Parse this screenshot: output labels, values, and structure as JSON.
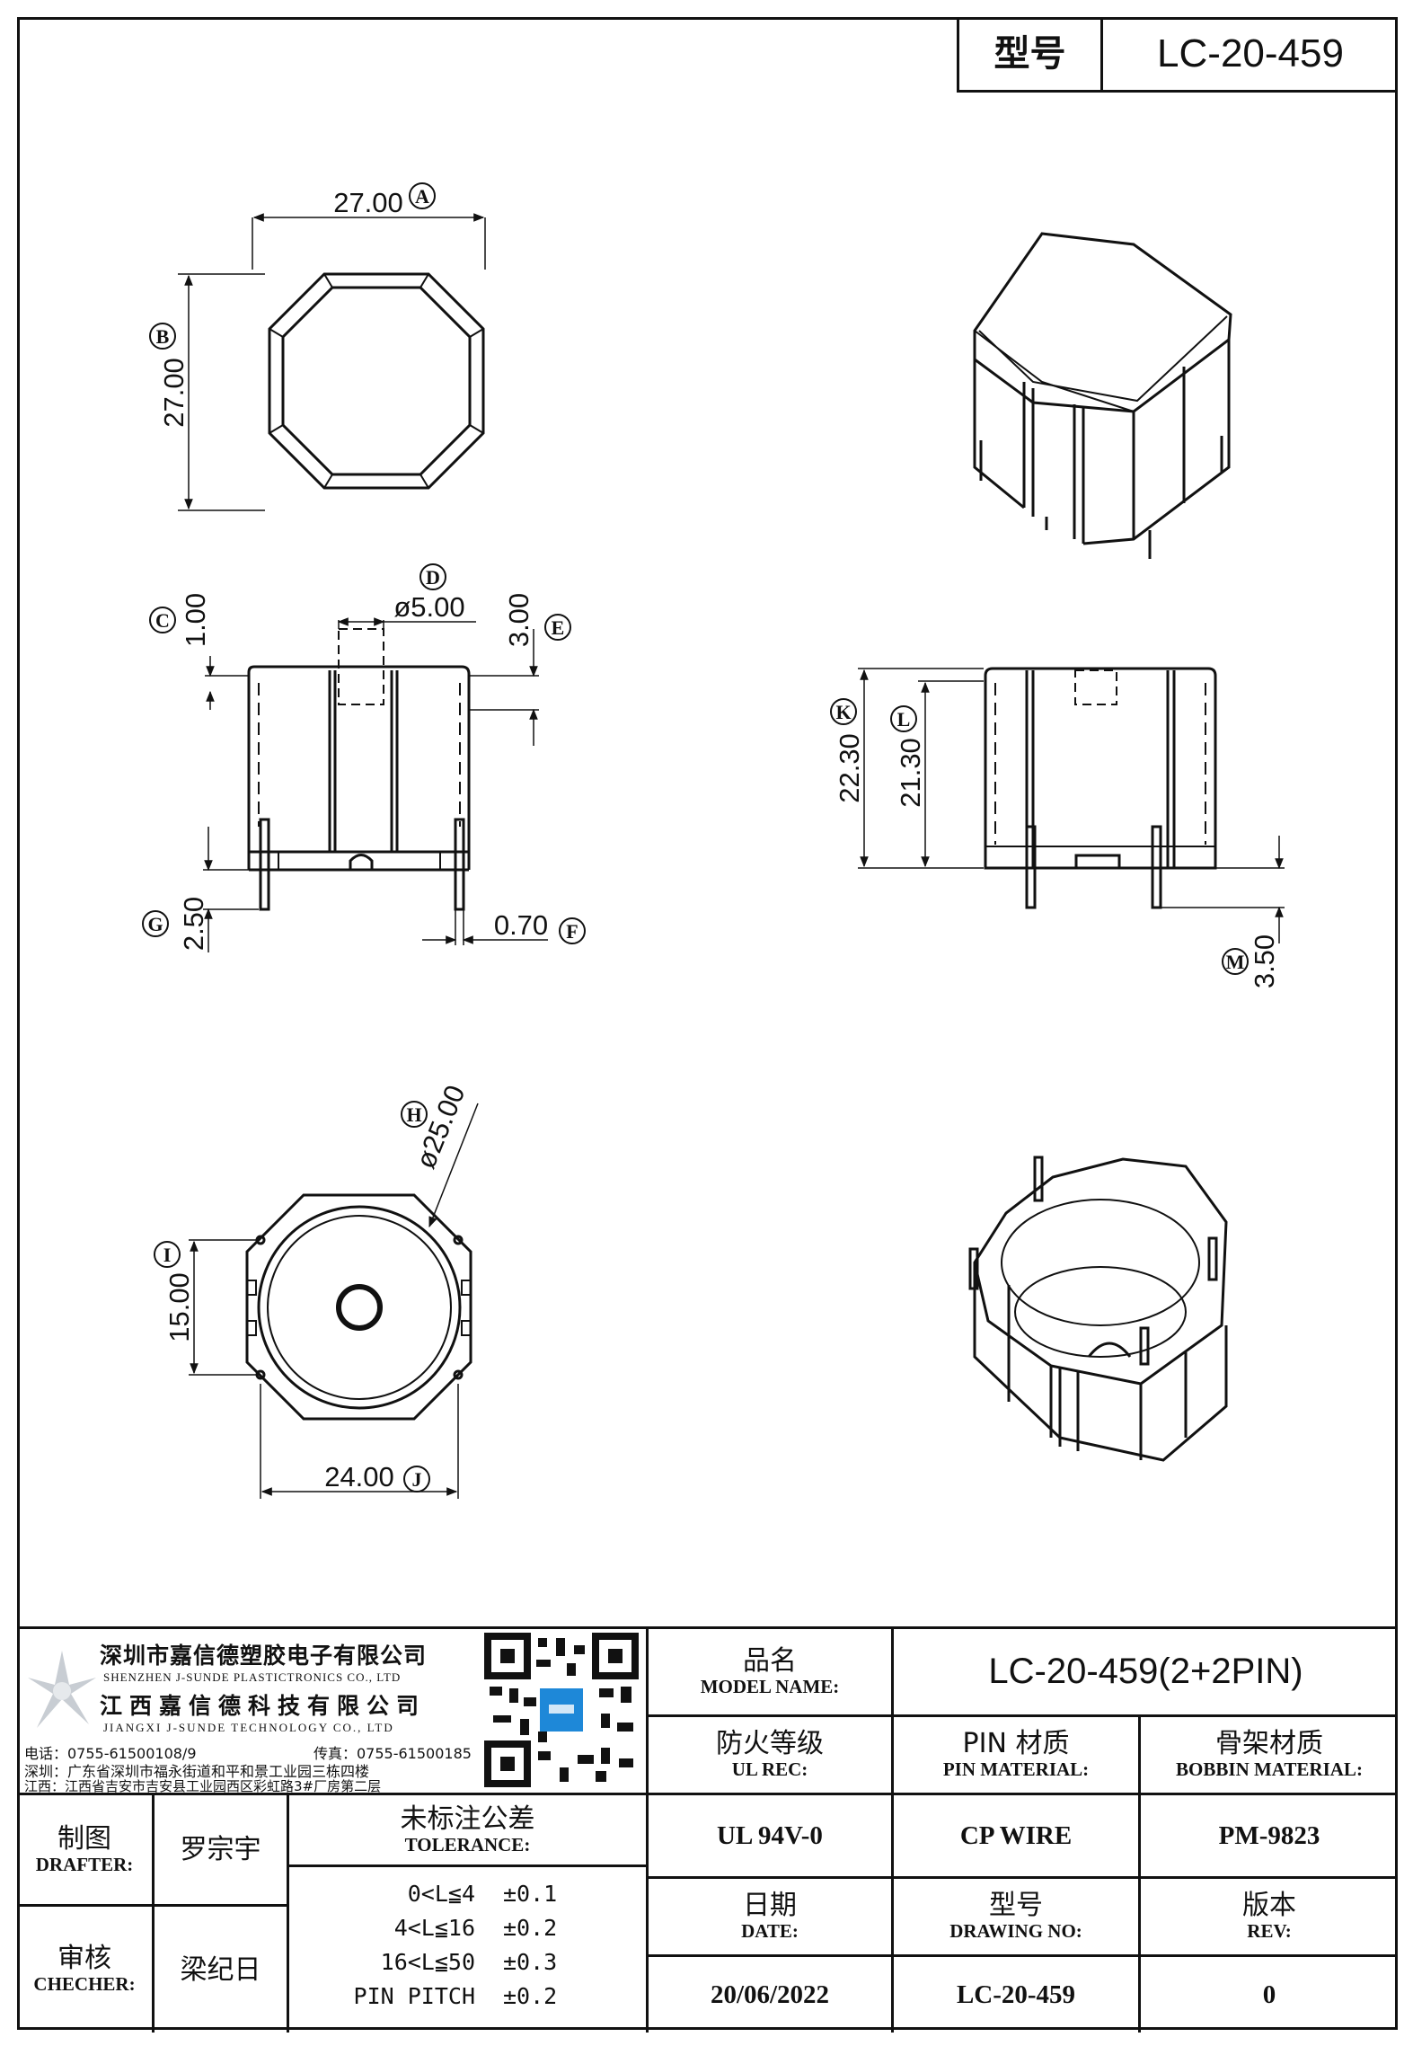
{
  "header": {
    "label": "型号",
    "value": "LC-20-459"
  },
  "dims": {
    "A": "27.00",
    "B": "27.00",
    "C": "1.00",
    "D": "ø5.00",
    "E": "3.00",
    "F": "0.70",
    "G": "2.50",
    "H": "ø25.00",
    "I": "15.00",
    "J": "24.00",
    "K": "22.30",
    "L": "21.30",
    "M": "3.50"
  },
  "labels": [
    "A",
    "B",
    "C",
    "D",
    "E",
    "F",
    "G",
    "H",
    "I",
    "J",
    "K",
    "L",
    "M"
  ],
  "company": {
    "name_cn": "深圳市嘉信德塑胶电子有限公司",
    "name_en": "SHENZHEN J-SUNDE PLASTICTRONICS CO., LTD",
    "name2_cn": "江西嘉信德科技有限公司",
    "name2_en": "JIANGXI J-SUNDE TECHNOLOGY CO., LTD",
    "phone": "电话：0755-61500108/9",
    "fax": "传真：0755-61500185",
    "addr1": "深圳：广东省深圳市福永街道和平和景工业园三栋四楼",
    "addr2": "江西：江西省吉安市吉安县工业园西区彩虹路3#厂房第二层"
  },
  "title_block": {
    "model_cn": "品名",
    "model_en": "MODEL NAME:",
    "model_value": "LC-20-459(2+2PIN)",
    "ul_cn": "防火等级",
    "ul_en": "UL REC:",
    "ul_value": "UL 94V-0",
    "pin_cn": "PIN 材质",
    "pin_en": "PIN MATERIAL:",
    "pin_value": "CP WIRE",
    "bobbin_cn": "骨架材质",
    "bobbin_en": "BOBBIN MATERIAL:",
    "bobbin_value": "PM-9823",
    "drafter_cn": "制图",
    "drafter_en": "DRAFTER:",
    "drafter_value": "罗宗宇",
    "checker_cn": "审核",
    "checker_en": "CHECHER:",
    "checker_value": "梁纪日",
    "tol_cn": "未标注公差",
    "tol_en": "TOLERANCE:",
    "tolerances": [
      {
        "range": "0<L≦4",
        "value": "±0.1"
      },
      {
        "range": "4<L≦16",
        "value": "±0.2"
      },
      {
        "range": "16<L≦50",
        "value": "±0.3"
      },
      {
        "range": "PIN PITCH",
        "value": "±0.2"
      }
    ],
    "date_cn": "日期",
    "date_en": "DATE:",
    "date_value": "20/06/2022",
    "drawing_cn": "型号",
    "drawing_en": "DRAWING NO:",
    "drawing_value": "LC-20-459",
    "rev_cn": "版本",
    "rev_en": "REV:",
    "rev_value": "0"
  }
}
